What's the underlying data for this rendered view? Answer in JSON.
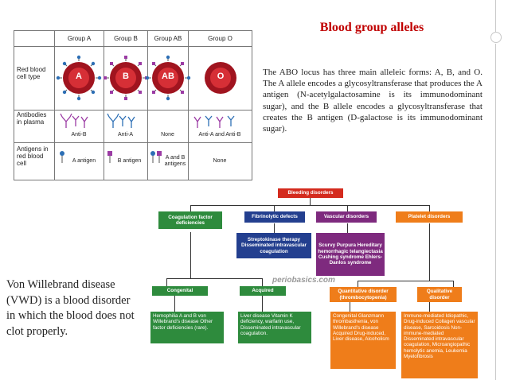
{
  "title": "Blood group alleles",
  "description": "The ABO locus has three main alleleic forms: A, B, and O. The A allele encodes a glycosyltransferase that produces the A antigen (N-acetylgalactosamine is its immunodominant sugar), and the B allele encodes a glycosyltransferase that creates the B antigen (D-galactose is its immunodominant sugar).",
  "vwd_text": "Von Willebrand disease (VWD) is a blood disorder in which the blood does not clot properly.",
  "table": {
    "columns": [
      "Group A",
      "Group B",
      "Group AB",
      "Group O"
    ],
    "rows": [
      "Red blood cell type",
      "Antibodies in plasma",
      "Antigens in red blood cell"
    ],
    "cell_letters": [
      "A",
      "B",
      "AB",
      "O"
    ],
    "antibodies": [
      "Anti-B",
      "Anti-A",
      "None",
      "Anti-A and Anti-B"
    ],
    "antigens": [
      "A antigen",
      "B antigen",
      "A and B antigens",
      "None"
    ]
  },
  "flow": {
    "root": "Bleeding disorders",
    "coag": "Coagulation factor deficiencies",
    "fibrinolytic": "Fibrinolytic defects",
    "vascular": "Vascular disorders",
    "platelet": "Platelet disorders",
    "strepto": "Streptokinase therapy Disseminated intravascular coagulation",
    "scurvy": "Scurvy Purpura Hereditary hemorrhagic telangiectasia Cushing syndrome Ehlers-Danlos syndrome",
    "congenital": "Congenital",
    "acquired": "Acquired",
    "quantitative": "Quantitative disorder (thrombocytopenia)",
    "qualitative": "Qualitative disorder",
    "congenital_list": "Hemophilia A and B von Willebrand's disease Other factor deficiencies (rare).",
    "acquired_list": "Liver disease Vitamin K deficiency, warfarin use, Disseminated intravascular coagulation.",
    "quant_list": "Congenital Glanzmann thrombasthenia, von Willebrand's disease Acquired Drug-induced, Liver disease, Alcoholism",
    "qual_list": "Immune-mediated Idiopathic, Drug-induced Collagen vascular disease, Sarcoidosis Non-immune-mediated Disseminated intravascular coagulation, Microangiopathic hemolytic anemia, Leukemia Myelofibrosis",
    "watermark": "periobasics.com",
    "colors": {
      "red": "#d42b1e",
      "green": "#2e8b3d",
      "blue": "#233f8f",
      "purple": "#7e2a7e",
      "orange": "#ef7d1a"
    }
  }
}
